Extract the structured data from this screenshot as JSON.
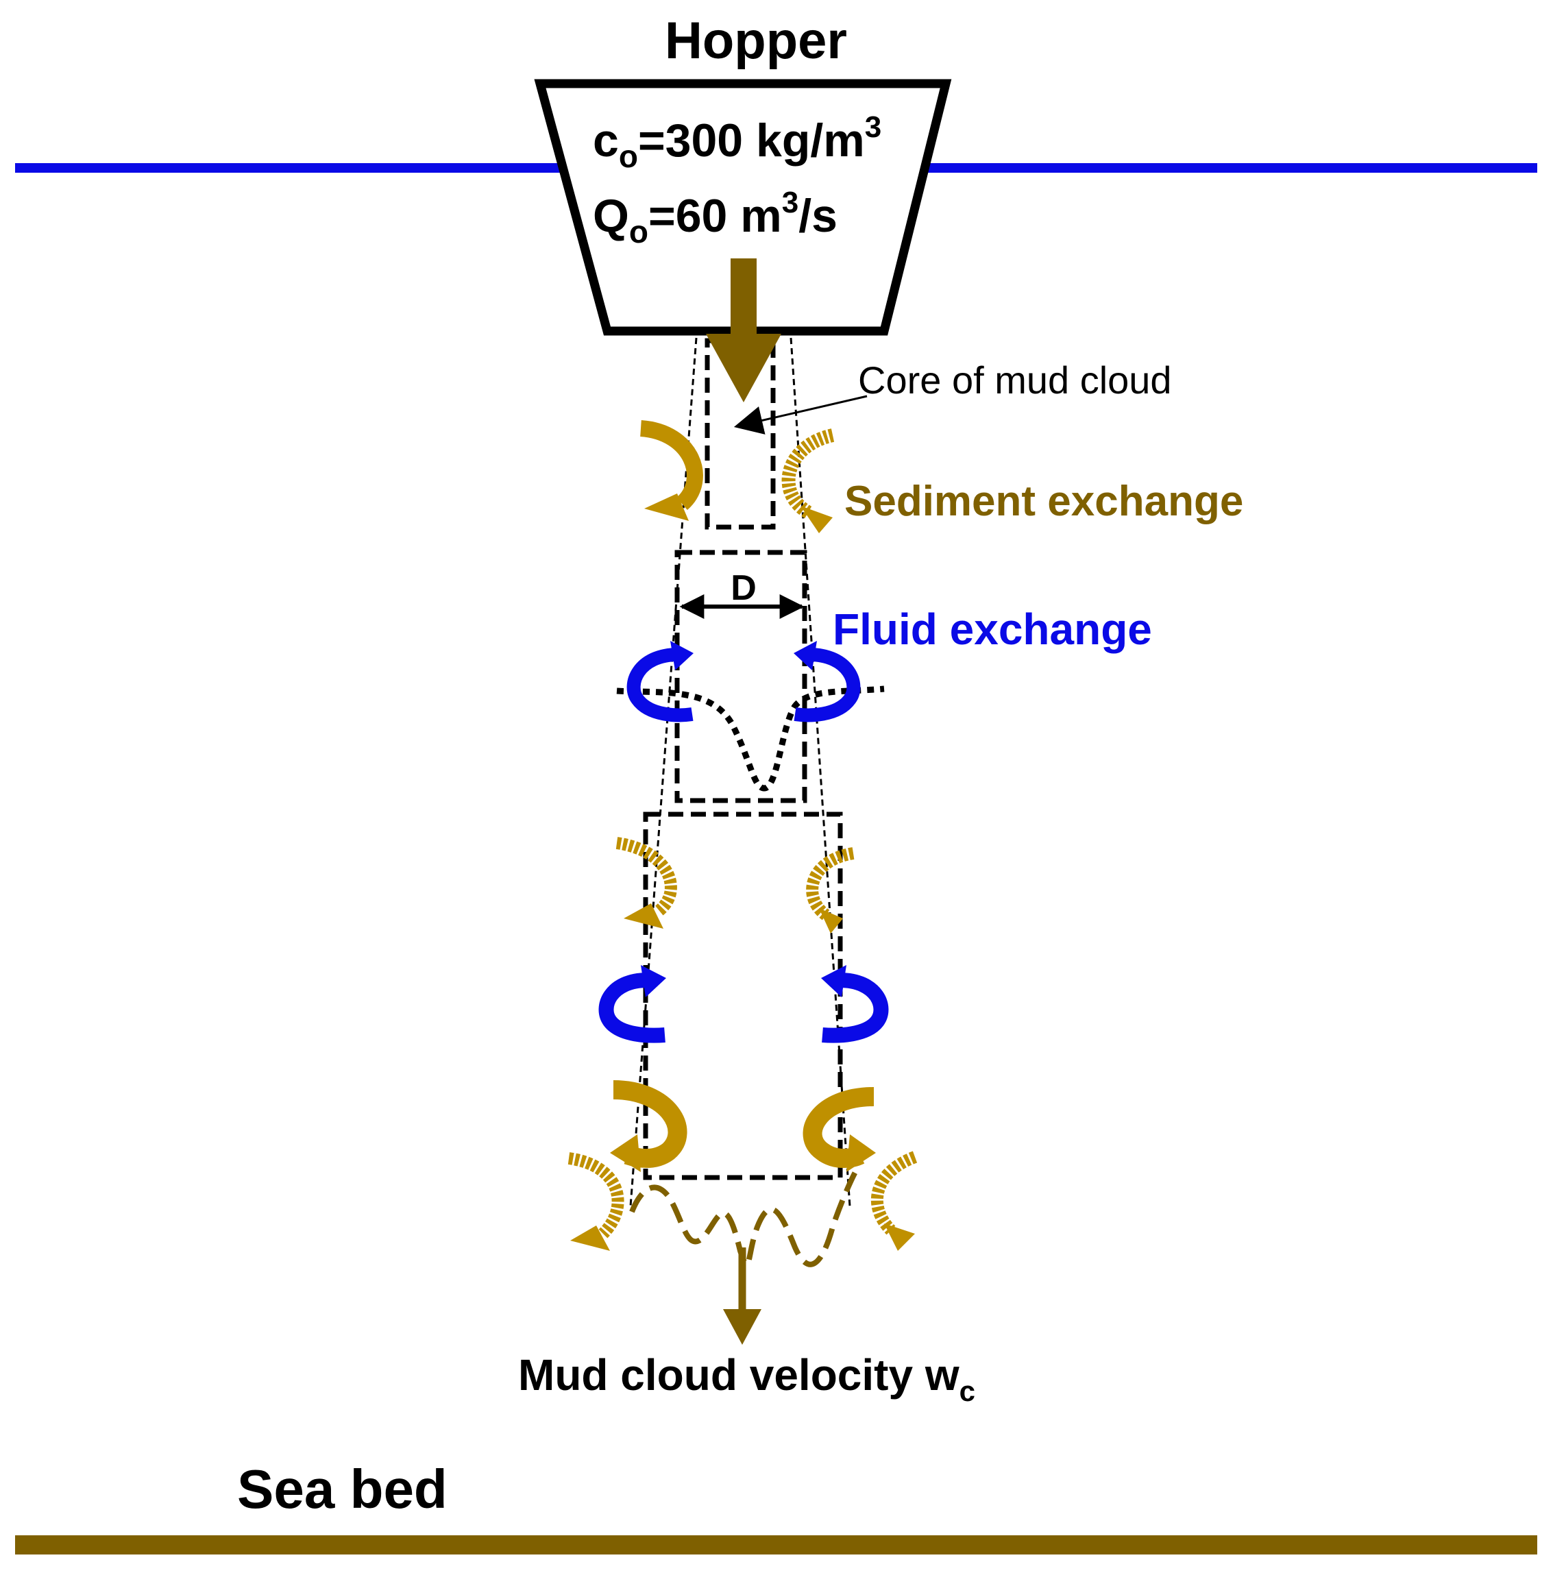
{
  "hopper": {
    "title": "Hopper",
    "conc_symbol": "c",
    "conc_sub": "o",
    "conc_value": "=300 kg/m",
    "conc_sup": "3",
    "flow_symbol": "Q",
    "flow_sub": "o",
    "flow_value": "=60 m",
    "flow_sup": "3",
    "flow_unit": "/s"
  },
  "labels": {
    "core": "Core of mud cloud",
    "sediment_exchange": "Sediment exchange",
    "fluid_exchange": "Fluid exchange",
    "width": "D",
    "velocity_text": "Mud cloud velocity w",
    "velocity_sub": "c",
    "sea_bed": "Sea bed"
  },
  "colors": {
    "water_surface": "#0a0ae6",
    "sea_bed": "#7f6000",
    "sediment": "#7f6000",
    "sediment_light": "#bf9000",
    "fluid": "#0a0ae6",
    "outline": "#000000"
  }
}
